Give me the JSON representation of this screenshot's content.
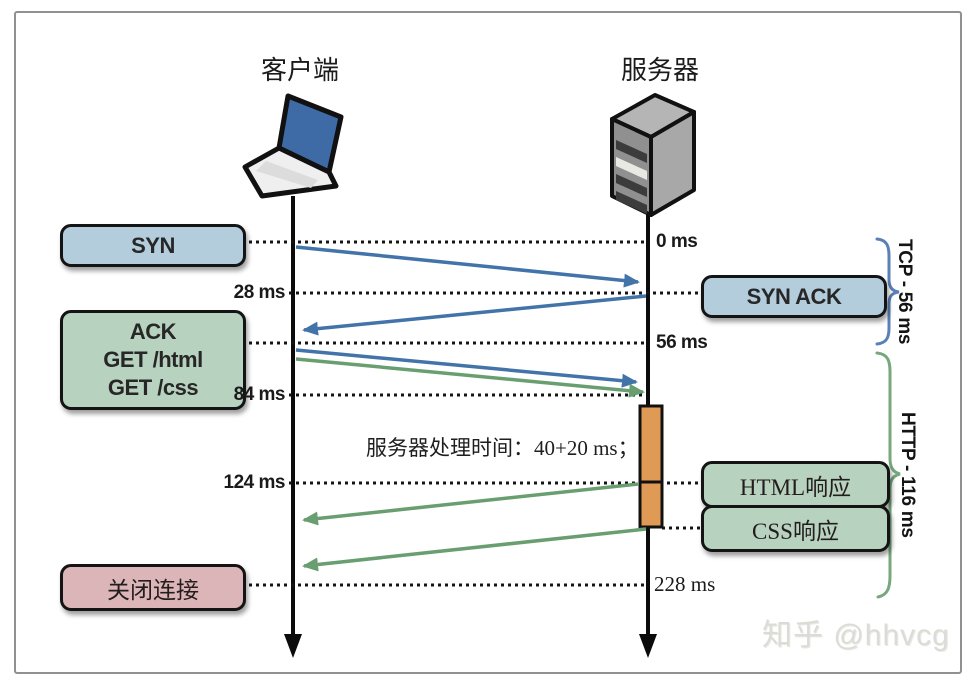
{
  "diagram": {
    "client_label": "客户端",
    "server_label": "服务器",
    "boxes": {
      "syn": "SYN",
      "syn_ack": "SYN ACK",
      "ack_line1": "ACK",
      "ack_line2": "GET /html",
      "ack_line3": "GET /css",
      "html_response": "HTML响应",
      "css_response": "CSS响应",
      "close_connection": "关闭连接"
    },
    "time_labels": {
      "t0": "0 ms",
      "t28": "28 ms",
      "t56": "56 ms",
      "t84": "84 ms",
      "t124": "124 ms",
      "t228": "228 ms"
    },
    "annotations": {
      "server_processing": "服务器处理时间：40+20 ms；",
      "tcp_phase": "TCP - 56 ms",
      "http_phase": "HTTP - 116 ms"
    },
    "colors": {
      "blue_box": "#b3cddd",
      "green_box": "#b7d2be",
      "pink_box": "#dcb5b8",
      "orange_bar": "#df9a55",
      "blue_arrow": "#4273a9",
      "green_arrow": "#699f70",
      "blue_brace": "#5b80b5",
      "green_brace": "#77a87d"
    }
  },
  "watermark": "知乎 @hhvcg"
}
